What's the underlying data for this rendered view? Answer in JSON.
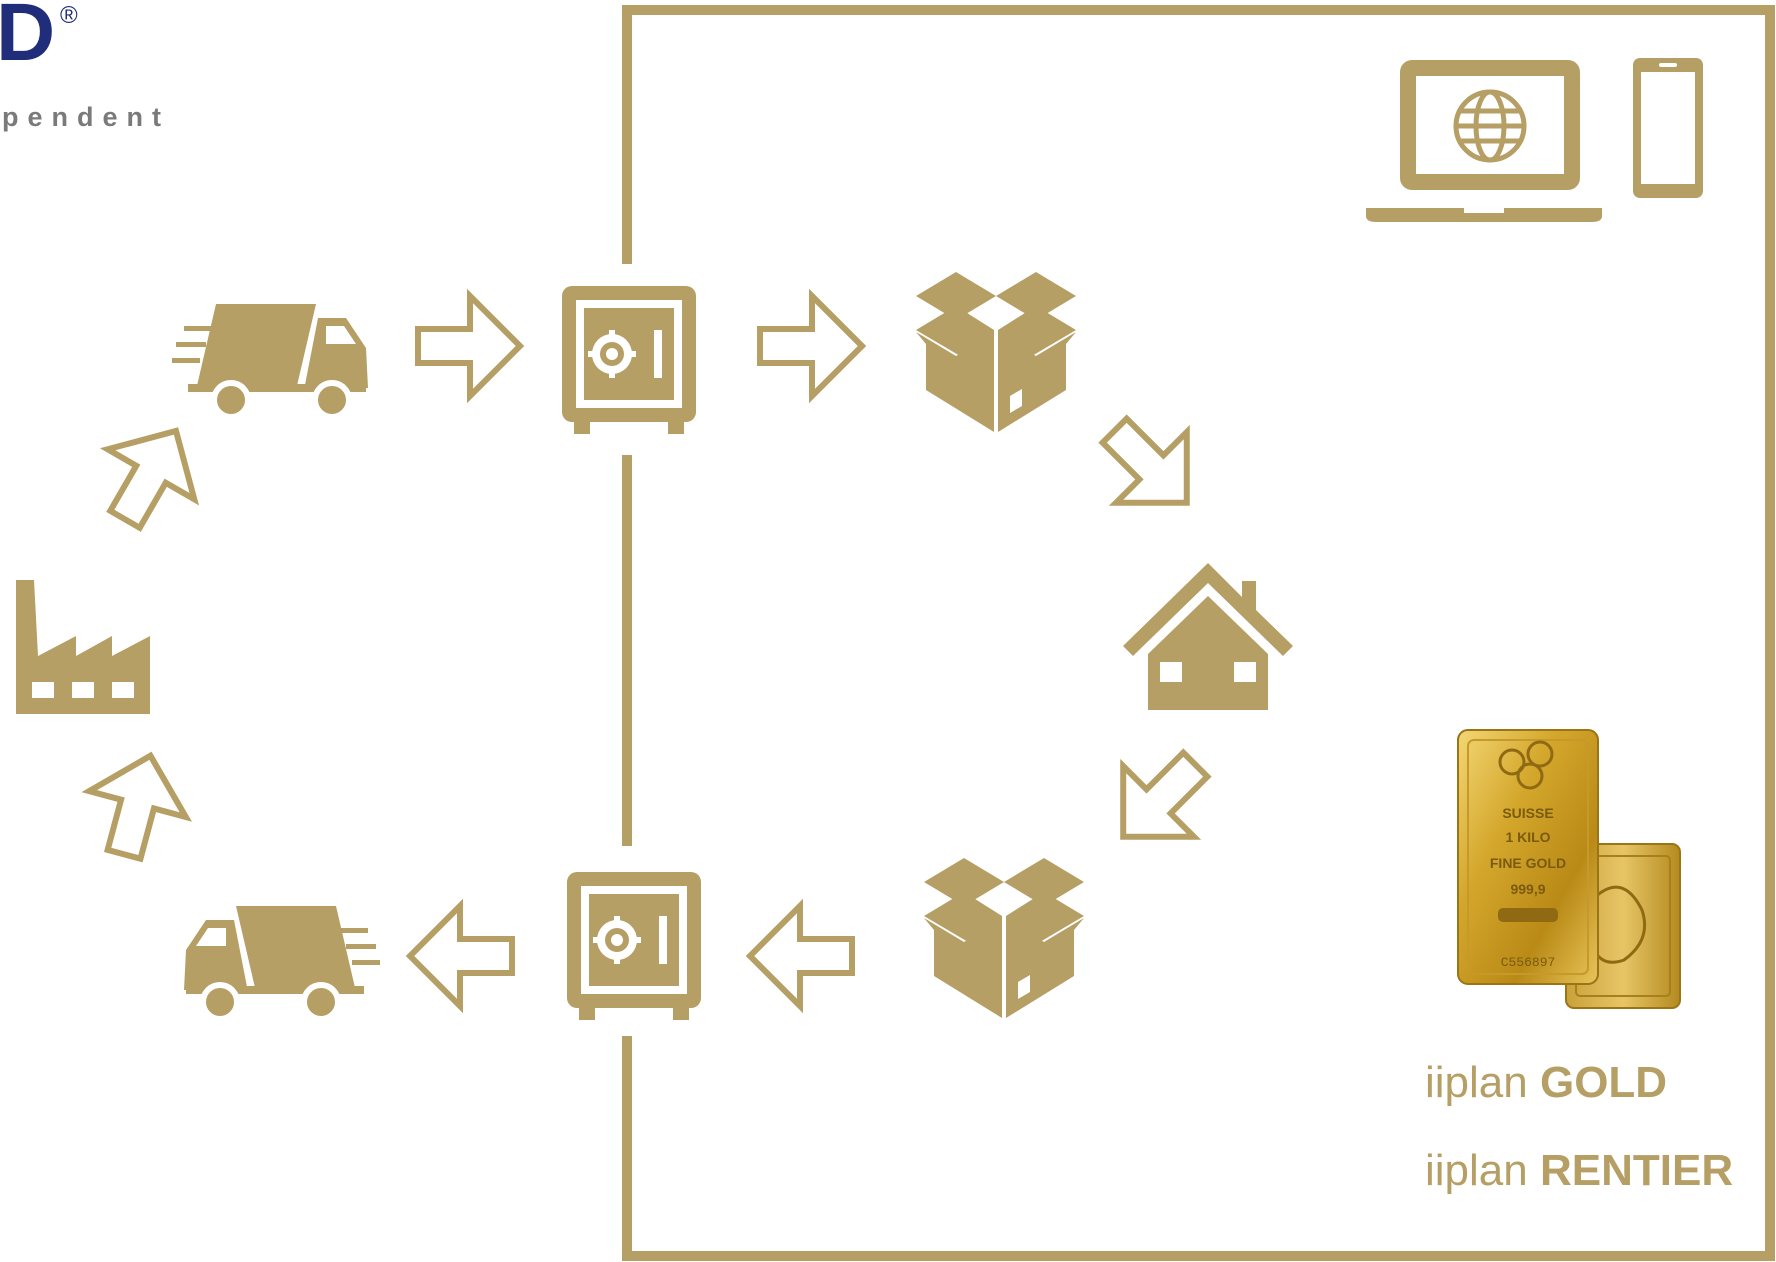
{
  "logo": {
    "mark": "D",
    "registered": "®",
    "tagline": "pendent"
  },
  "labels": {
    "gold_prefix": "iiplan ",
    "gold_strong": "GOLD",
    "rentier_prefix": "iiplan ",
    "rentier_strong": "RENTIER"
  },
  "gold_bar": {
    "line1": "SUISSE",
    "line2": "1 KILO",
    "line3": "FINE GOLD",
    "line4": "999,9",
    "serial": "C556897"
  },
  "colors": {
    "accent": "#b59f64",
    "logo": "#1f2d7a",
    "tagline": "#7a7a7a"
  }
}
